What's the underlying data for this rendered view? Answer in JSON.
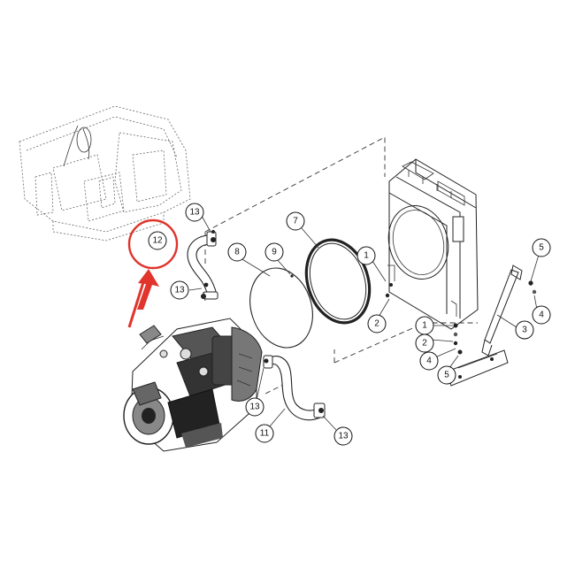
{
  "callouts": [
    {
      "id": "c13a",
      "label": "13"
    },
    {
      "id": "c12",
      "label": "12"
    },
    {
      "id": "c13b",
      "label": "13"
    },
    {
      "id": "c8",
      "label": "8"
    },
    {
      "id": "c9",
      "label": "9"
    },
    {
      "id": "c7",
      "label": "7"
    },
    {
      "id": "c1a",
      "label": "1"
    },
    {
      "id": "c2a",
      "label": "2"
    },
    {
      "id": "c1b",
      "label": "1"
    },
    {
      "id": "c2b",
      "label": "2"
    },
    {
      "id": "c4a",
      "label": "4"
    },
    {
      "id": "c5a",
      "label": "5"
    },
    {
      "id": "c5b",
      "label": "5"
    },
    {
      "id": "c4b",
      "label": "4"
    },
    {
      "id": "c3",
      "label": "3"
    },
    {
      "id": "c13c",
      "label": "13"
    },
    {
      "id": "c11",
      "label": "11"
    },
    {
      "id": "c13d",
      "label": "13"
    }
  ],
  "highlight": {
    "target": "12",
    "color": "#e0342c"
  }
}
